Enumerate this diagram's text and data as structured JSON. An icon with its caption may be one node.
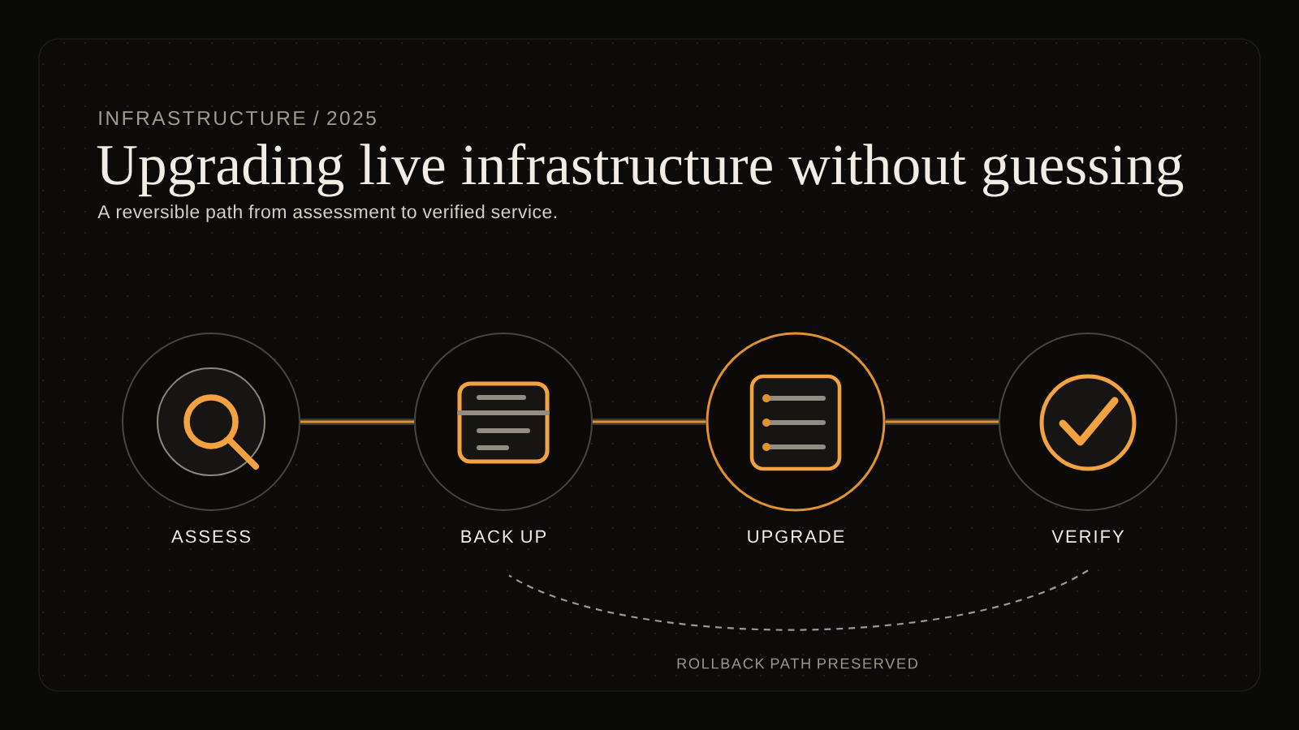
{
  "diagram": {
    "title": "Upgrading live infrastructure without guessing",
    "nodes": [
      {
        "text": [
          "ASSESS"
        ]
      },
      {
        "text": [
          "BACK UP"
        ]
      },
      {
        "text": [
          "UPGRADE"
        ]
      },
      {
        "text": [
          "VERIFY"
        ]
      }
    ],
    "edges": [
      {
        "from": 0,
        "to": 1,
        "arrow": "none"
      },
      {
        "from": 1,
        "to": 2,
        "arrow": "none"
      },
      {
        "from": 2,
        "to": 3,
        "arrow": "none"
      },
      {
        "from": 3,
        "to": 1,
        "arrow": "none",
        "style": "dashed",
        "color": "#a09a8f",
        "label": "ROLLBACK PATH PRESERVED"
      }
    ],
    "labels": [
      "INFRASTRUCTURE / 2025",
      "A reversible path from assessment to verified service."
    ]
  }
}
